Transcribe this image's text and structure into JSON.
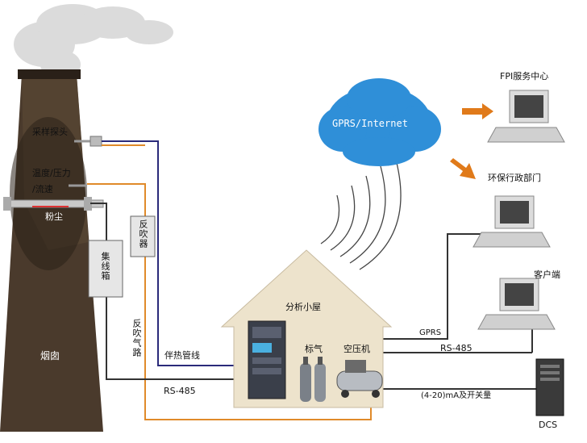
{
  "labels": {
    "sampling_probe": "采样探头",
    "temp_pressure": "温度/压力",
    "flow_rate": "/流速",
    "dust": "粉尘",
    "chimney": "烟囱",
    "junction_box": "集线箱",
    "back_blower": "反吹器",
    "back_blow_path": "反吹气路",
    "heat_tracing_pipe": "伴热管线",
    "rs485_left": "RS-485",
    "analysis_house": "分析小屋",
    "standard_gas": "标气",
    "air_compressor": "空压机",
    "gprs": "GPRS",
    "rs485_right": "RS-485",
    "signal_switch": "(4-20)mA及开关量",
    "dcs": "DCS",
    "cloud": "GPRS/Internet",
    "fpi_center": "FPI服务中心",
    "env_department": "环保行政部门",
    "client": "客户端"
  },
  "colors": {
    "chimney": "#4a3a2c",
    "chimney_shadow": "#2a2018",
    "house": "#ede3cc",
    "cloud": "#2f8fd8",
    "arrow": "#e07a1a",
    "line_blue": "#2a2a7a",
    "line_orange": "#e08a2a",
    "line_black": "#333333"
  }
}
